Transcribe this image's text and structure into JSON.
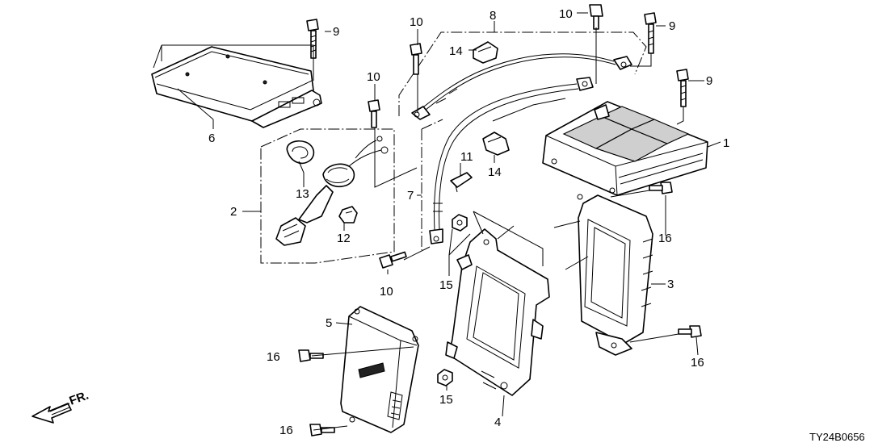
{
  "diagram": {
    "callouts": {
      "c1": "1",
      "c2": "2",
      "c3": "3",
      "c4": "4",
      "c5": "5",
      "c6": "6",
      "c7": "7",
      "c8": "8",
      "c9a": "9",
      "c9b": "9",
      "c9c": "9",
      "c10a": "10",
      "c10b": "10",
      "c10c": "10",
      "c10d": "10",
      "c11": "11",
      "c12": "12",
      "c13": "13",
      "c14a": "14",
      "c14b": "14",
      "c15a": "15",
      "c15b": "15",
      "c16a": "16",
      "c16b": "16",
      "c16c": "16",
      "c16d": "16"
    },
    "front_label": "FR.",
    "diagram_code": "TY24B0656"
  }
}
